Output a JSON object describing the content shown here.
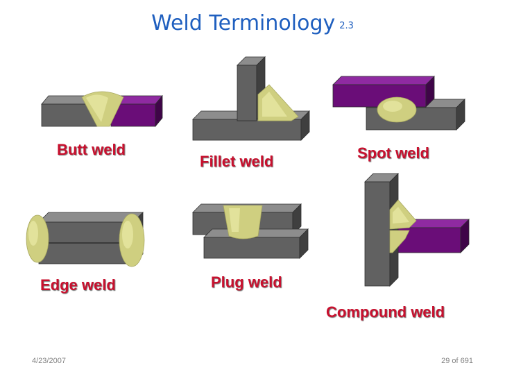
{
  "slide": {
    "title": "Weld Terminology",
    "section": "2.3",
    "date": "4/23/2007",
    "page": "29 of 691"
  },
  "welds": [
    {
      "label": "Butt weld"
    },
    {
      "label": "Fillet weld"
    },
    {
      "label": "Spot weld"
    },
    {
      "label": "Edge weld"
    },
    {
      "label": "Plug weld"
    },
    {
      "label": "Compound weld"
    }
  ],
  "colors": {
    "title": "#1f5fbf",
    "label": "#c8102e",
    "steel_front": "#616161",
    "steel_top": "#8d8d8d",
    "steel_side": "#3f3f3f",
    "purple_front": "#6a0d78",
    "purple_top": "#8f2aa1",
    "purple_side": "#3f0548",
    "weld_fill": "#cfcf80",
    "weld_highlight": "#eaeaa6"
  }
}
